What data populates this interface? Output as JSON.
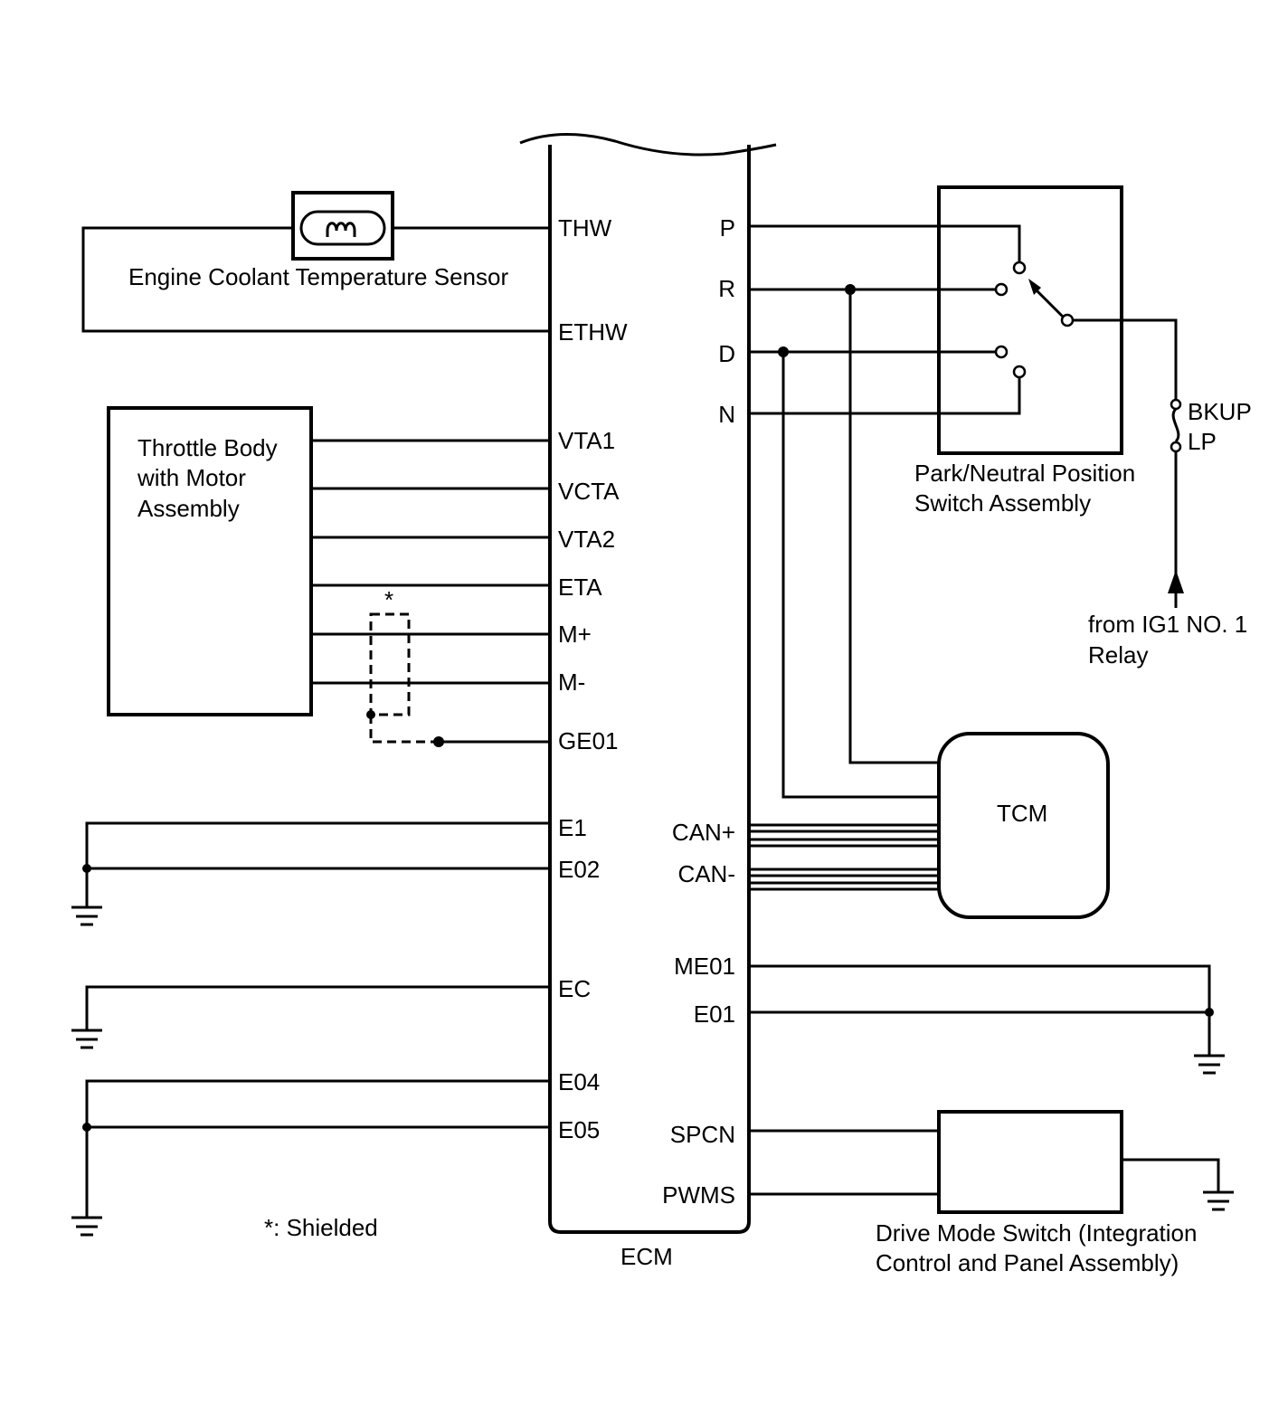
{
  "ecm": {
    "label": "ECM",
    "left_pins": [
      "THW",
      "ETHW",
      "VTA1",
      "VCTA",
      "VTA2",
      "ETA",
      "M+",
      "M-",
      "GE01",
      "E1",
      "E02",
      "EC",
      "E04",
      "E05"
    ],
    "right_pins": [
      "P",
      "R",
      "D",
      "N",
      "CAN+",
      "CAN-",
      "ME01",
      "E01",
      "SPCN",
      "PWMS"
    ]
  },
  "components": {
    "coolant_sensor": "Engine Coolant Temperature Sensor",
    "throttle_body": [
      "Throttle Body",
      "with Motor",
      "Assembly"
    ],
    "pn_switch": [
      "Park/Neutral Position",
      "Switch Assembly"
    ],
    "fuse": [
      "BKUP",
      "LP"
    ],
    "relay_source": [
      "from IG1 NO. 1",
      "Relay"
    ],
    "tcm": "TCM",
    "drive_mode_switch": [
      "Drive Mode Switch (Integration",
      "Control and Panel Assembly)"
    ]
  },
  "notes": {
    "shield_marker": "*",
    "shield_note": "*: Shielded"
  }
}
